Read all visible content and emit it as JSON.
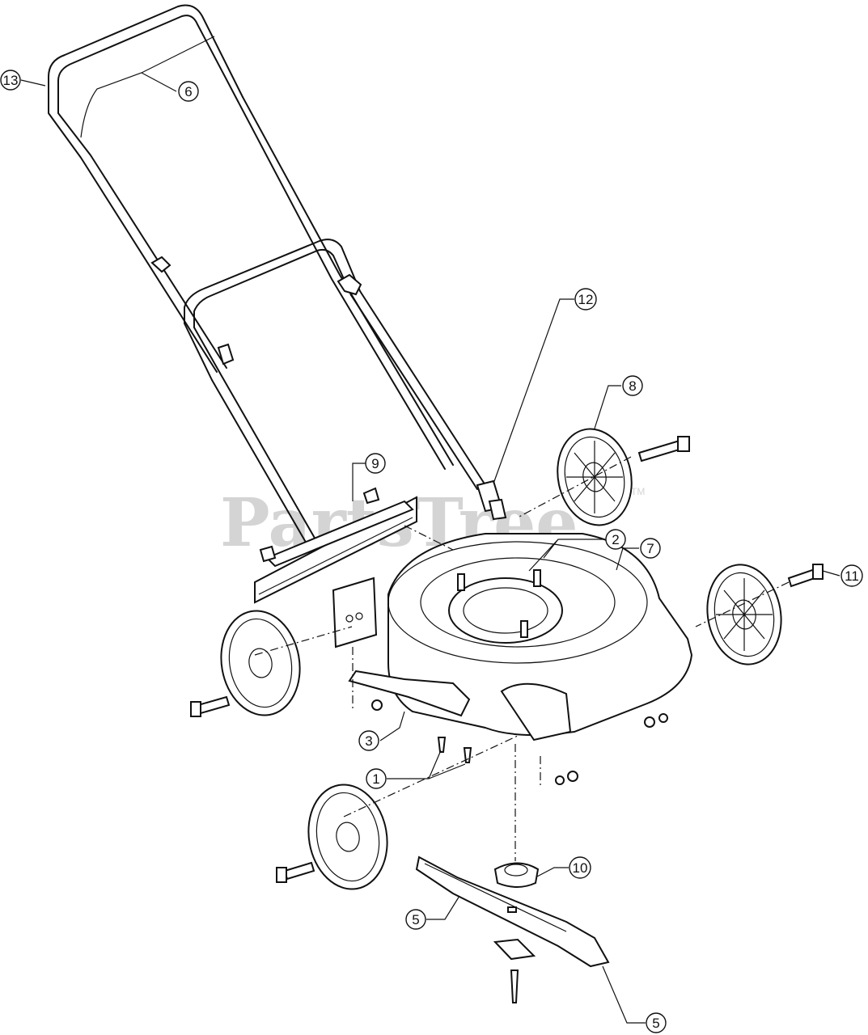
{
  "watermark": {
    "text": "PartsTree",
    "trademark": "TM"
  },
  "callouts": [
    {
      "id": "c13",
      "label": "13"
    },
    {
      "id": "c6",
      "label": "6"
    },
    {
      "id": "c12",
      "label": "12"
    },
    {
      "id": "c8",
      "label": "8"
    },
    {
      "id": "c9",
      "label": "9"
    },
    {
      "id": "c2",
      "label": "2"
    },
    {
      "id": "c7",
      "label": "7"
    },
    {
      "id": "c11",
      "label": "11"
    },
    {
      "id": "c3",
      "label": "3"
    },
    {
      "id": "c1",
      "label": "1"
    },
    {
      "id": "c10",
      "label": "10"
    },
    {
      "id": "c5a",
      "label": "5"
    },
    {
      "id": "c5b",
      "label": "5"
    }
  ],
  "colors": {
    "line": "#111111",
    "watermark": "#d4d4d4",
    "background": "#ffffff"
  }
}
